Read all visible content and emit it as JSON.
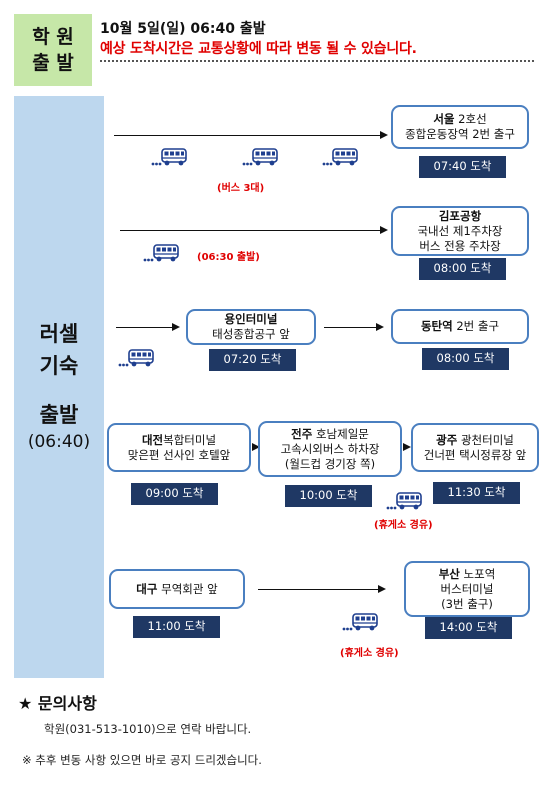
{
  "header": {
    "box_line1": "학 원",
    "box_line2": "출 발",
    "title": "10월 5일(일) 06:40 출발",
    "notice": "예상 도착시간은 교통상황에 따라 변동 될 수 있습니다."
  },
  "left_column": {
    "line1": "러셀",
    "line2": "기숙",
    "line3": "출발",
    "line4": "(06:40)"
  },
  "routes": {
    "seoul": {
      "name_bold": "서울",
      "name_rest": " 2호선",
      "detail": "종합운동장역 2번 출구",
      "arrival": "07:40 도착",
      "note": "(버스 3대)"
    },
    "gimpo": {
      "name_bold": "김포공항",
      "detail1": "국내선 제1주차장",
      "detail2": "버스 전용 주차장",
      "arrival": "08:00 도착",
      "note": "(06:30 출발)"
    },
    "yongin": {
      "name_bold": "용인터미널",
      "detail": "태성종합공구 앞",
      "arrival": "07:20 도착"
    },
    "dongtan": {
      "name_bold": "동탄역",
      "name_rest": " 2번 출구",
      "arrival": "08:00 도착"
    },
    "daejeon": {
      "name_bold": "대전",
      "name_rest": "복합터미널",
      "detail": "맞은편 선사인 호텔앞",
      "arrival": "09:00 도착"
    },
    "jeonju": {
      "name_bold": "전주",
      "name_rest": " 호남제일문",
      "detail1": "고속시외버스 하차장",
      "detail2": "(월드컵 경기장 쪽)",
      "arrival": "10:00 도착",
      "note": "(휴게소 경유)"
    },
    "gwangju": {
      "name_bold": "광주",
      "name_rest": " 광천터미널",
      "detail": "건너편 택시정류장 앞",
      "arrival": "11:30 도착"
    },
    "daegu": {
      "name_bold": "대구",
      "name_rest": " 무역회관 앞",
      "arrival": "11:00 도착"
    },
    "busan": {
      "name_bold": "부산",
      "name_rest": " 노포역",
      "detail1": "버스터미널",
      "detail2": "(3번 출구)",
      "arrival": "14:00 도착",
      "note": "(휴게소 경유)"
    }
  },
  "inquiry": {
    "title": "★ 문의사항",
    "contact": "학원(031-513-1010)으로 연락 바랍니다."
  },
  "footer_note": "※ 추후 변동 사항 있으면 바로 공지 드리겠습니다.",
  "colors": {
    "accent_red": "#e00000",
    "badge_navy": "#1f3864",
    "box_border": "#4a7fc0",
    "left_column_bg": "#bdd7ee",
    "header_box_bg": "#c6e7a8"
  }
}
